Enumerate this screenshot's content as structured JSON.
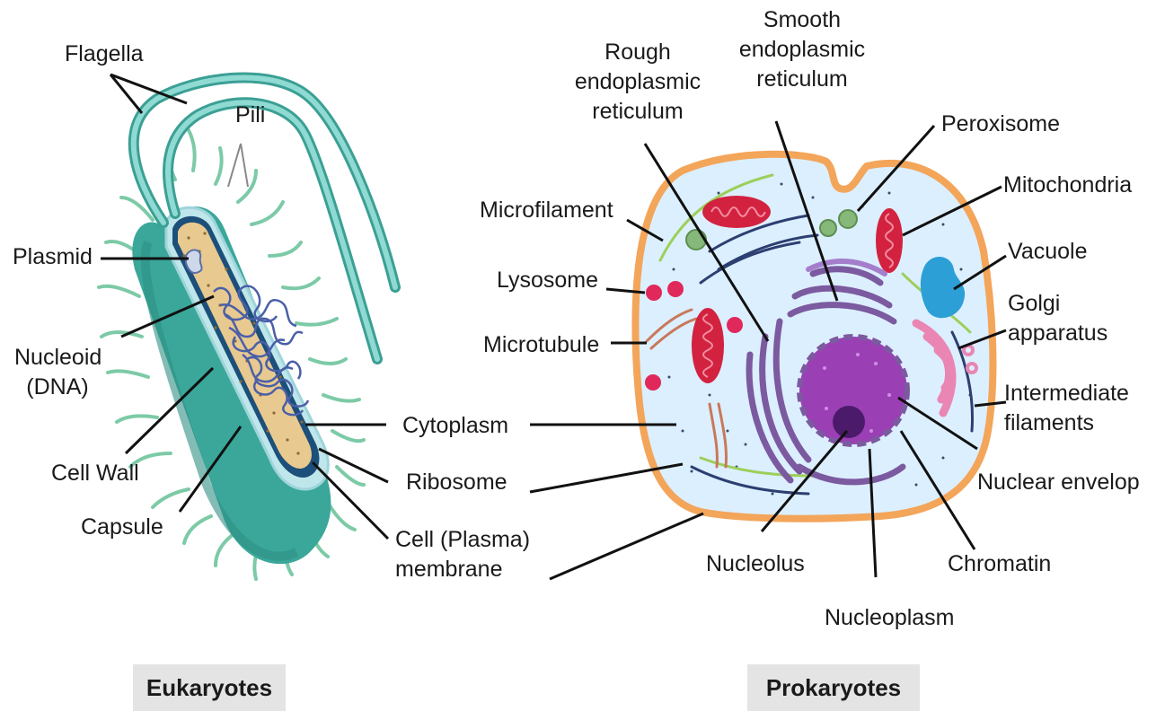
{
  "bacterium_labels": {
    "flagella": "Flagella",
    "pili": "Pili",
    "plasmid": "Plasmid",
    "nucleoid_line1": "Nucleoid",
    "nucleoid_line2": "(DNA)",
    "cell_wall": "Cell Wall",
    "capsule": "Capsule"
  },
  "shared_labels": {
    "cytoplasm": "Cytoplasm",
    "ribosome": "Ribosome",
    "membrane_line1": "Cell (Plasma)",
    "membrane_line2": "membrane"
  },
  "animal_cell_labels": {
    "rough_er_line1": "Rough",
    "rough_er_line2": "endoplasmic",
    "rough_er_line3": "reticulum",
    "smooth_er_line1": "Smooth",
    "smooth_er_line2": "endoplasmic",
    "smooth_er_line3": "reticulum",
    "peroxisome": "Peroxisome",
    "mitochondria": "Mitochondria",
    "vacuole": "Vacuole",
    "golgi_line1": "Golgi",
    "golgi_line2": "apparatus",
    "intermediate_line1": "Intermediate",
    "intermediate_line2": "filaments",
    "nuclear_envelop": "Nuclear envelop",
    "chromatin": "Chromatin",
    "nucleoplasm": "Nucleoplasm",
    "nucleolus": "Nucleolus",
    "microfilament": "Microfilament",
    "lysosome": "Lysosome",
    "microtubule": "Microtubule"
  },
  "captions": {
    "left": "Eukaryotes",
    "right": "Prokaryotes"
  },
  "colors": {
    "flagella": "#5bc0b5",
    "capsule": "#3aa79a",
    "cytoplasm_bacterium": "#e8c98f",
    "dna": "#4a5fa8",
    "cell_membrane": "#f3a55a",
    "cytoplasm_cell": "#dcefff",
    "er": "#7b5aa0",
    "nucleus": "#9b3fb5",
    "mitochondria": "#d2223f",
    "vacuole": "#2c9fd6",
    "golgi": "#f0a6c8",
    "caption_bg": "#e4e4e4"
  }
}
